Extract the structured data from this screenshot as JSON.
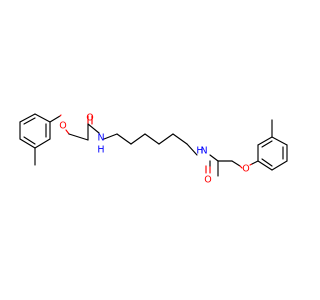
{
  "structure": {
    "atom_labels": {
      "o_ether_left": "O",
      "o_carbonyl_left": "O",
      "n_amide_left": "N",
      "h_amide_left": "H",
      "n_amide_right": "N",
      "h_amide_right": "H",
      "o_carbonyl_right": "O",
      "o_ether_right": "O"
    },
    "colors": {
      "bond": "#000000",
      "oxygen": "#ff0000",
      "nitrogen": "#0000ff",
      "background": "#ffffff"
    }
  }
}
